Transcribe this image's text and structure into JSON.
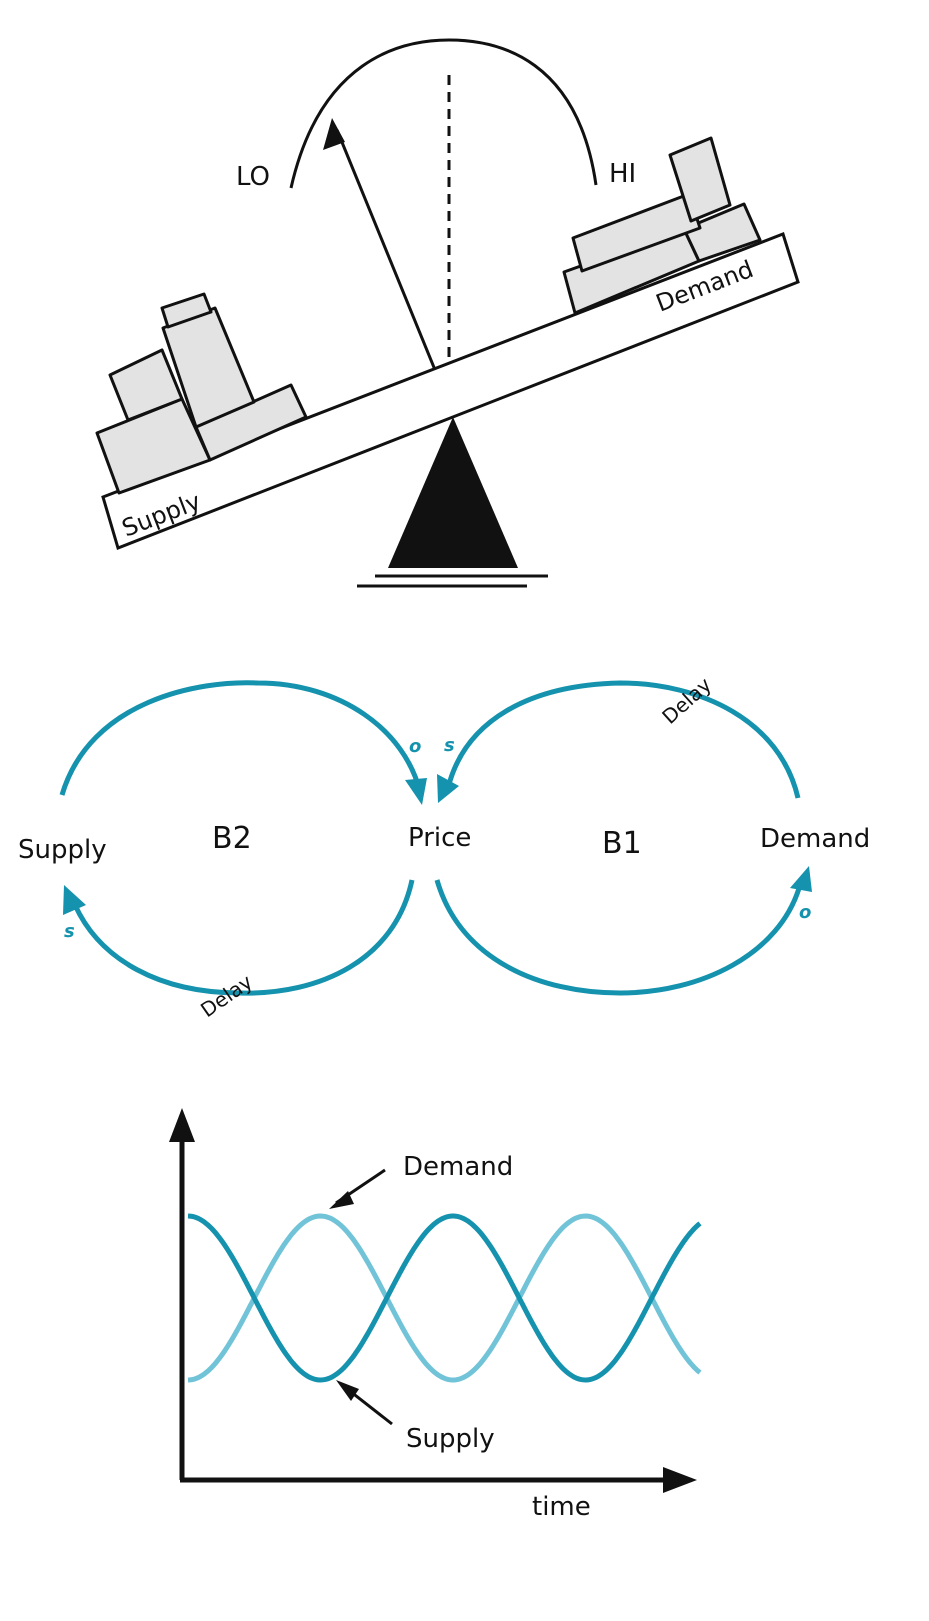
{
  "scale": {
    "lo_label": "LO",
    "hi_label": "HI",
    "supply_label": "Supply",
    "demand_label": "Demand"
  },
  "loop": {
    "supply_label": "Supply",
    "price_label": "Price",
    "demand_label": "Demand",
    "b1_label": "B1",
    "b2_label": "B2",
    "delay_top_label": "Delay",
    "delay_bottom_label": "Delay",
    "pol_supply_to_price": "o",
    "pol_demand_to_price": "s",
    "pol_price_to_supply": "s",
    "pol_price_to_demand": "o"
  },
  "graph": {
    "demand_label": "Demand",
    "supply_label": "Supply",
    "xlabel": "time"
  },
  "colors": {
    "loop_blue": "#1592ad",
    "demand_curve": "#71c3d8",
    "supply_curve": "#1592ad",
    "weight_fill": "#e3e3e3"
  }
}
